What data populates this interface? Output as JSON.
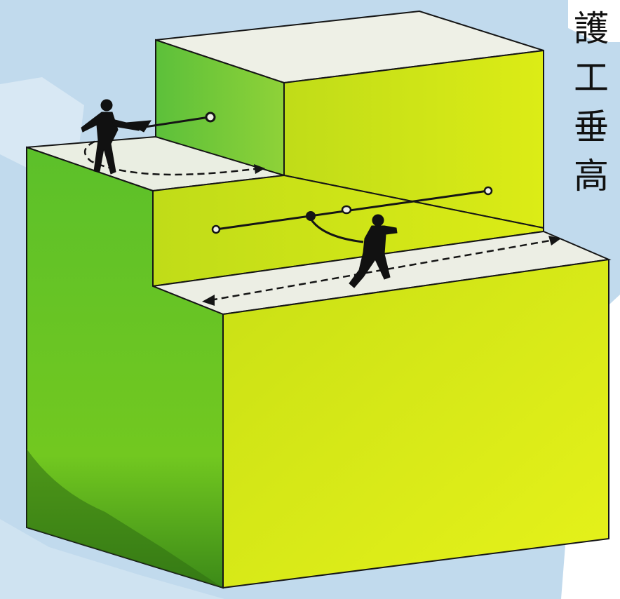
{
  "side_caption": {
    "chars": [
      "護",
      "工",
      "垂",
      "高"
    ]
  },
  "colors": {
    "sky": "#b3d2ec",
    "front_face": "#d8ea10",
    "left_face": "#6ec722",
    "top_face": "#eef0e6",
    "outline": "#151515",
    "figure": "#111111"
  },
  "illustration": {
    "blocks": [
      "upper-block",
      "middle-step",
      "lower-block"
    ],
    "figures": [
      "worker-upper-ledge",
      "worker-lower-ledge"
    ],
    "icons": [
      "anchor-point-icon",
      "lifeline-cable-icon",
      "walk-path-arrow-icon"
    ]
  }
}
